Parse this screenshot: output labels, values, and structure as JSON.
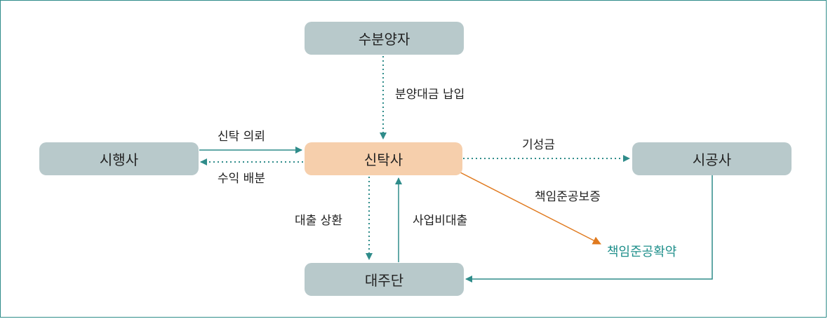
{
  "nodes": {
    "subscriber": "수분양자",
    "developer": "시행사",
    "trust": "신탁사",
    "constructor": "시공사",
    "lender": "대주단"
  },
  "edges": {
    "sale_payment": "분양대금 납입",
    "trust_request": "신탁 의뢰",
    "profit_distribution": "수익 배분",
    "progress_payment": "기성금",
    "completion_guarantee": "책임준공보증",
    "loan_repayment": "대출 상환",
    "project_loan": "사업비대출"
  },
  "annotations": {
    "completion_agreement": "책임준공확약"
  },
  "colors": {
    "teal": "#2f8c8a",
    "orange": "#e07a1f",
    "node_gray": "#b8c9cb",
    "node_center": "#f6cfac"
  }
}
